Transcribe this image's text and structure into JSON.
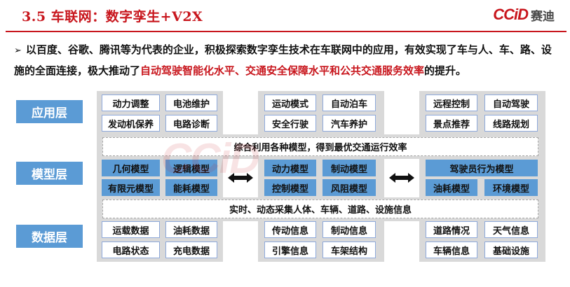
{
  "header": {
    "title": "3.5  车联网：数字孪生+V2X",
    "logo_mark": "CCiD",
    "logo_text": "赛迪"
  },
  "intro": {
    "bullet": "➢",
    "text_before": "以百度、谷歌、腾讯等为代表的企业，积极探索数字孪生技术在车联网中的应用，有效实现了车与人、车、路、设施的全面连接，极大推动了",
    "highlight": "自动驾驶智能化水平、交通安全保障水平和公共交通服务效率",
    "text_after": "的提升。"
  },
  "diagram": {
    "watermark": "CCiD",
    "layers": [
      "应用层",
      "模型层",
      "数据层"
    ],
    "application_layer": {
      "group1": [
        "动力调整",
        "电池维护",
        "发动机保养",
        "电路诊断"
      ],
      "group2": [
        "运动模式",
        "自动泊车",
        "安全行驶",
        "汽车养护"
      ],
      "group3": [
        "远程控制",
        "自动驾驶",
        "景点推荐",
        "线路规划"
      ]
    },
    "banner_top": "综合利用各种模型，得到最优交通运行效率",
    "model_layer": {
      "group1": [
        "几何模型",
        "逻辑模型",
        "有限元模型",
        "能耗模型"
      ],
      "group2": [
        "动力模型",
        "制动模型",
        "控制模型",
        "风阻模型"
      ],
      "group3": [
        "驾驶员行为模型",
        "油耗模型",
        "环境模型"
      ]
    },
    "banner_bottom": "实时、动态采集人体、车辆、道路、设施信息",
    "data_layer": {
      "group1": [
        "运载数据",
        "油耗数据",
        "电路状态",
        "充电数据"
      ],
      "group2": [
        "传动信息",
        "制动信息",
        "引擎信息",
        "车架结构"
      ],
      "group3": [
        "道路情况",
        "天气信息",
        "车辆信息",
        "基础设施"
      ]
    },
    "colors": {
      "accent_red": "#c8161d",
      "layer_blue": "#5b9bd5",
      "panel_gray": "#d9d9d9"
    }
  }
}
